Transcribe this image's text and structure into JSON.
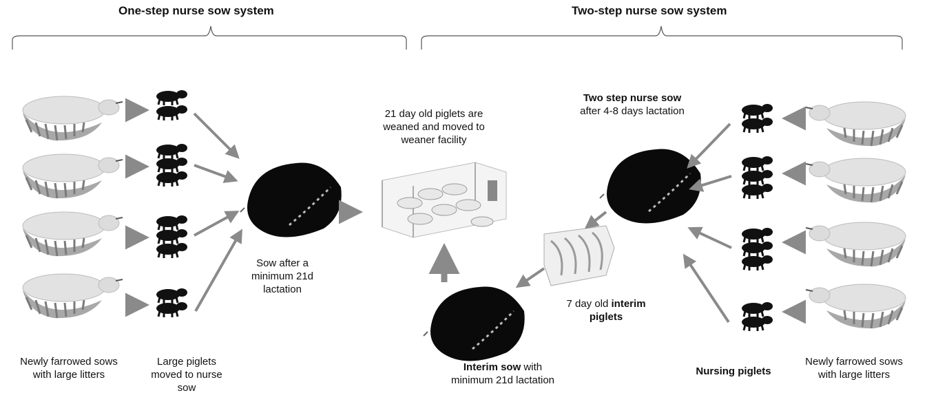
{
  "headers": {
    "one_step": "One-step nurse sow system",
    "two_step": "Two-step nurse sow system"
  },
  "labels": {
    "newly_farrowed_left_1": "Newly farrowed sows",
    "newly_farrowed_left_2": "with large litters",
    "large_piglets_1": "Large piglets",
    "large_piglets_2": "moved to nurse",
    "large_piglets_3": "sow",
    "sow_after_1": "Sow after a",
    "sow_after_2": "minimum 21d",
    "sow_after_3": "lactation",
    "weaned_1": "21 day old piglets are",
    "weaned_2": "weaned and moved to",
    "weaned_3": "weaner facility",
    "two_step_sow_bold": "Two step nurse sow",
    "two_step_sow_sub": "after 4-8 days lactation",
    "interim_piglets_a": "7 day old ",
    "interim_piglets_b": "interim",
    "interim_piglets_c": "piglets",
    "interim_sow_bold": "Interim sow",
    "interim_sow_rest": " with",
    "interim_sow_2": "minimum 21d lactation",
    "nursing_piglets": "Nursing piglets",
    "newly_farrowed_right_1": "Newly farrowed sows",
    "newly_farrowed_right_2": "with large litters"
  },
  "colors": {
    "arrow": "#8a8a8a",
    "piglet": "#111111",
    "nurse_sow": "#0a0a0a",
    "sow_body": "#e2e2e2",
    "sow_litter": "#a8a8a8"
  }
}
